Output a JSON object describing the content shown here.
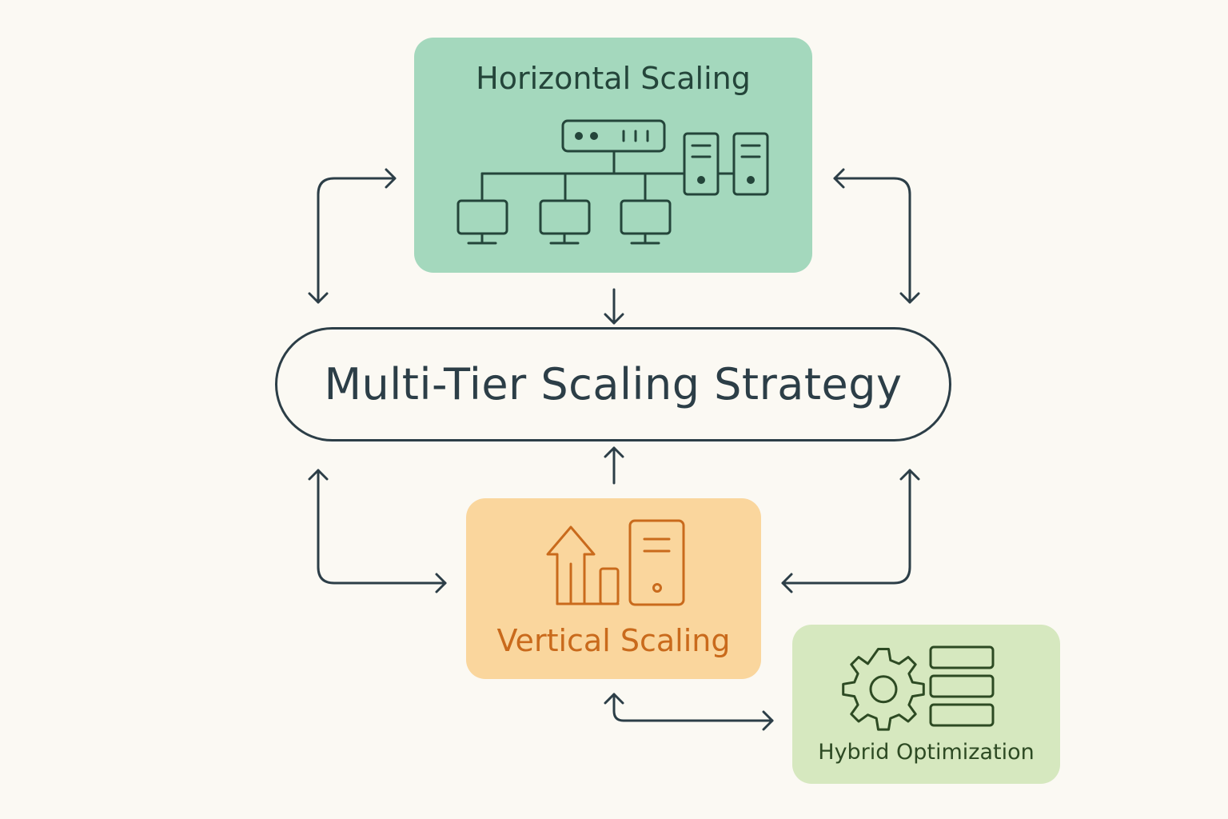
{
  "title": "Multi-Tier Scaling Strategy",
  "nodes": {
    "horizontal": {
      "label": "Horizontal Scaling",
      "color": "#a4d8bd",
      "icons": [
        "load-balancer-icon",
        "server-tower-icon",
        "desktop-monitor-icon"
      ]
    },
    "vertical": {
      "label": "Vertical Scaling",
      "color": "#fad69d",
      "icons": [
        "up-arrow-icon",
        "bar-icon",
        "server-tower-icon"
      ]
    },
    "hybrid": {
      "label": "Hybrid Optimization",
      "color": "#d6e8bf",
      "icons": [
        "gear-icon",
        "stacked-blocks-icon"
      ]
    }
  },
  "colors": {
    "background": "#fbf9f3",
    "stroke": "#2c3e47",
    "horizontal_ink": "#24453a",
    "vertical_ink": "#c96a1c",
    "hybrid_ink": "#2d4a23"
  },
  "connections": [
    {
      "from": "horizontal",
      "to": "center"
    },
    {
      "from": "vertical",
      "to": "center"
    },
    {
      "from": "horizontal",
      "to": "center",
      "bidirectional": true,
      "side": "left"
    },
    {
      "from": "horizontal",
      "to": "center",
      "bidirectional": true,
      "side": "right"
    },
    {
      "from": "center",
      "to": "vertical",
      "bidirectional": true,
      "side": "left"
    },
    {
      "from": "center",
      "to": "vertical",
      "bidirectional": true,
      "side": "right"
    },
    {
      "from": "vertical",
      "to": "hybrid",
      "bidirectional": true
    }
  ]
}
